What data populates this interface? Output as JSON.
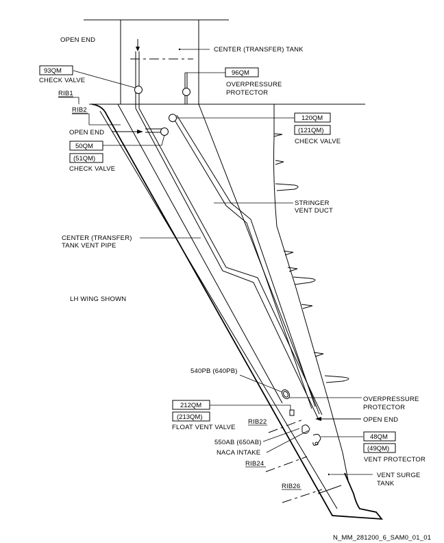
{
  "labels": {
    "open_end_top": "OPEN END",
    "center_transfer_tank": "CENTER (TRANSFER) TANK",
    "check_valve_93_code": "93QM",
    "check_valve_93": "CHECK VALVE",
    "overpressure_96_code": "96QM",
    "overpressure_protector_top": "OVERPRESSURE",
    "overpressure_protector_top_2": "PROTECTOR",
    "rib1": "RIB1",
    "rib2": "RIB2",
    "open_end_mid": "OPEN END",
    "check_valve_50_code": "50QM",
    "check_valve_51_code": "(51QM)",
    "check_valve_50": "CHECK VALVE",
    "check_valve_120_code": "120QM",
    "check_valve_121_code": "(121QM)",
    "check_valve_120": "CHECK VALVE",
    "stringer_vent_duct_1": "STRINGER",
    "stringer_vent_duct_2": "VENT DUCT",
    "center_tank_vent_pipe_1": "CENTER (TRANSFER)",
    "center_tank_vent_pipe_2": "TANK VENT PIPE",
    "lh_wing_shown": "LH WING SHOWN",
    "panel_540pb": "540PB (640PB)",
    "overpressure_protector_bottom": "OVERPRESSURE",
    "overpressure_protector_bottom_2": "PROTECTOR",
    "float_vent_212_code": "212QM",
    "float_vent_213_code": "(213QM)",
    "float_vent_valve": "FLOAT VENT VALVE",
    "rib22": "RIB22",
    "open_end_bottom": "OPEN END",
    "panel_550ab": "550AB (650AB)",
    "naca_intake": "NACA INTAKE",
    "vent_protector_48_code": "48QM",
    "vent_protector_49_code": "(49QM)",
    "vent_protector": "VENT PROTECTOR",
    "rib24": "RIB24",
    "vent_surge_tank_1": "VENT SURGE",
    "vent_surge_tank_2": "TANK",
    "rib26": "RIB26",
    "figure_ref": "N_MM_281200_6_SAM0_01_01"
  }
}
